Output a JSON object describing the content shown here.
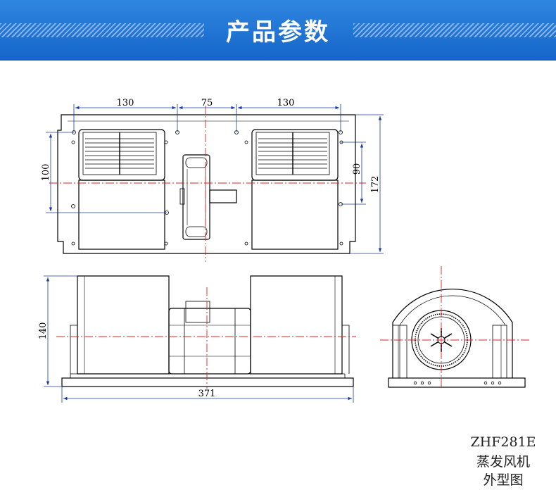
{
  "header": {
    "title": "产品参数",
    "accent_color": "#1e74d6"
  },
  "dimensions": {
    "top_view": {
      "left_width": "130",
      "center_width": "75",
      "right_width": "130",
      "left_height": "100",
      "right_height_inner": "90",
      "right_height_total": "172"
    },
    "front_view": {
      "height": "140",
      "total_width": "371"
    }
  },
  "caption": {
    "model": "ZHF281E",
    "line2": "蒸发风机",
    "line3": "外型图"
  }
}
